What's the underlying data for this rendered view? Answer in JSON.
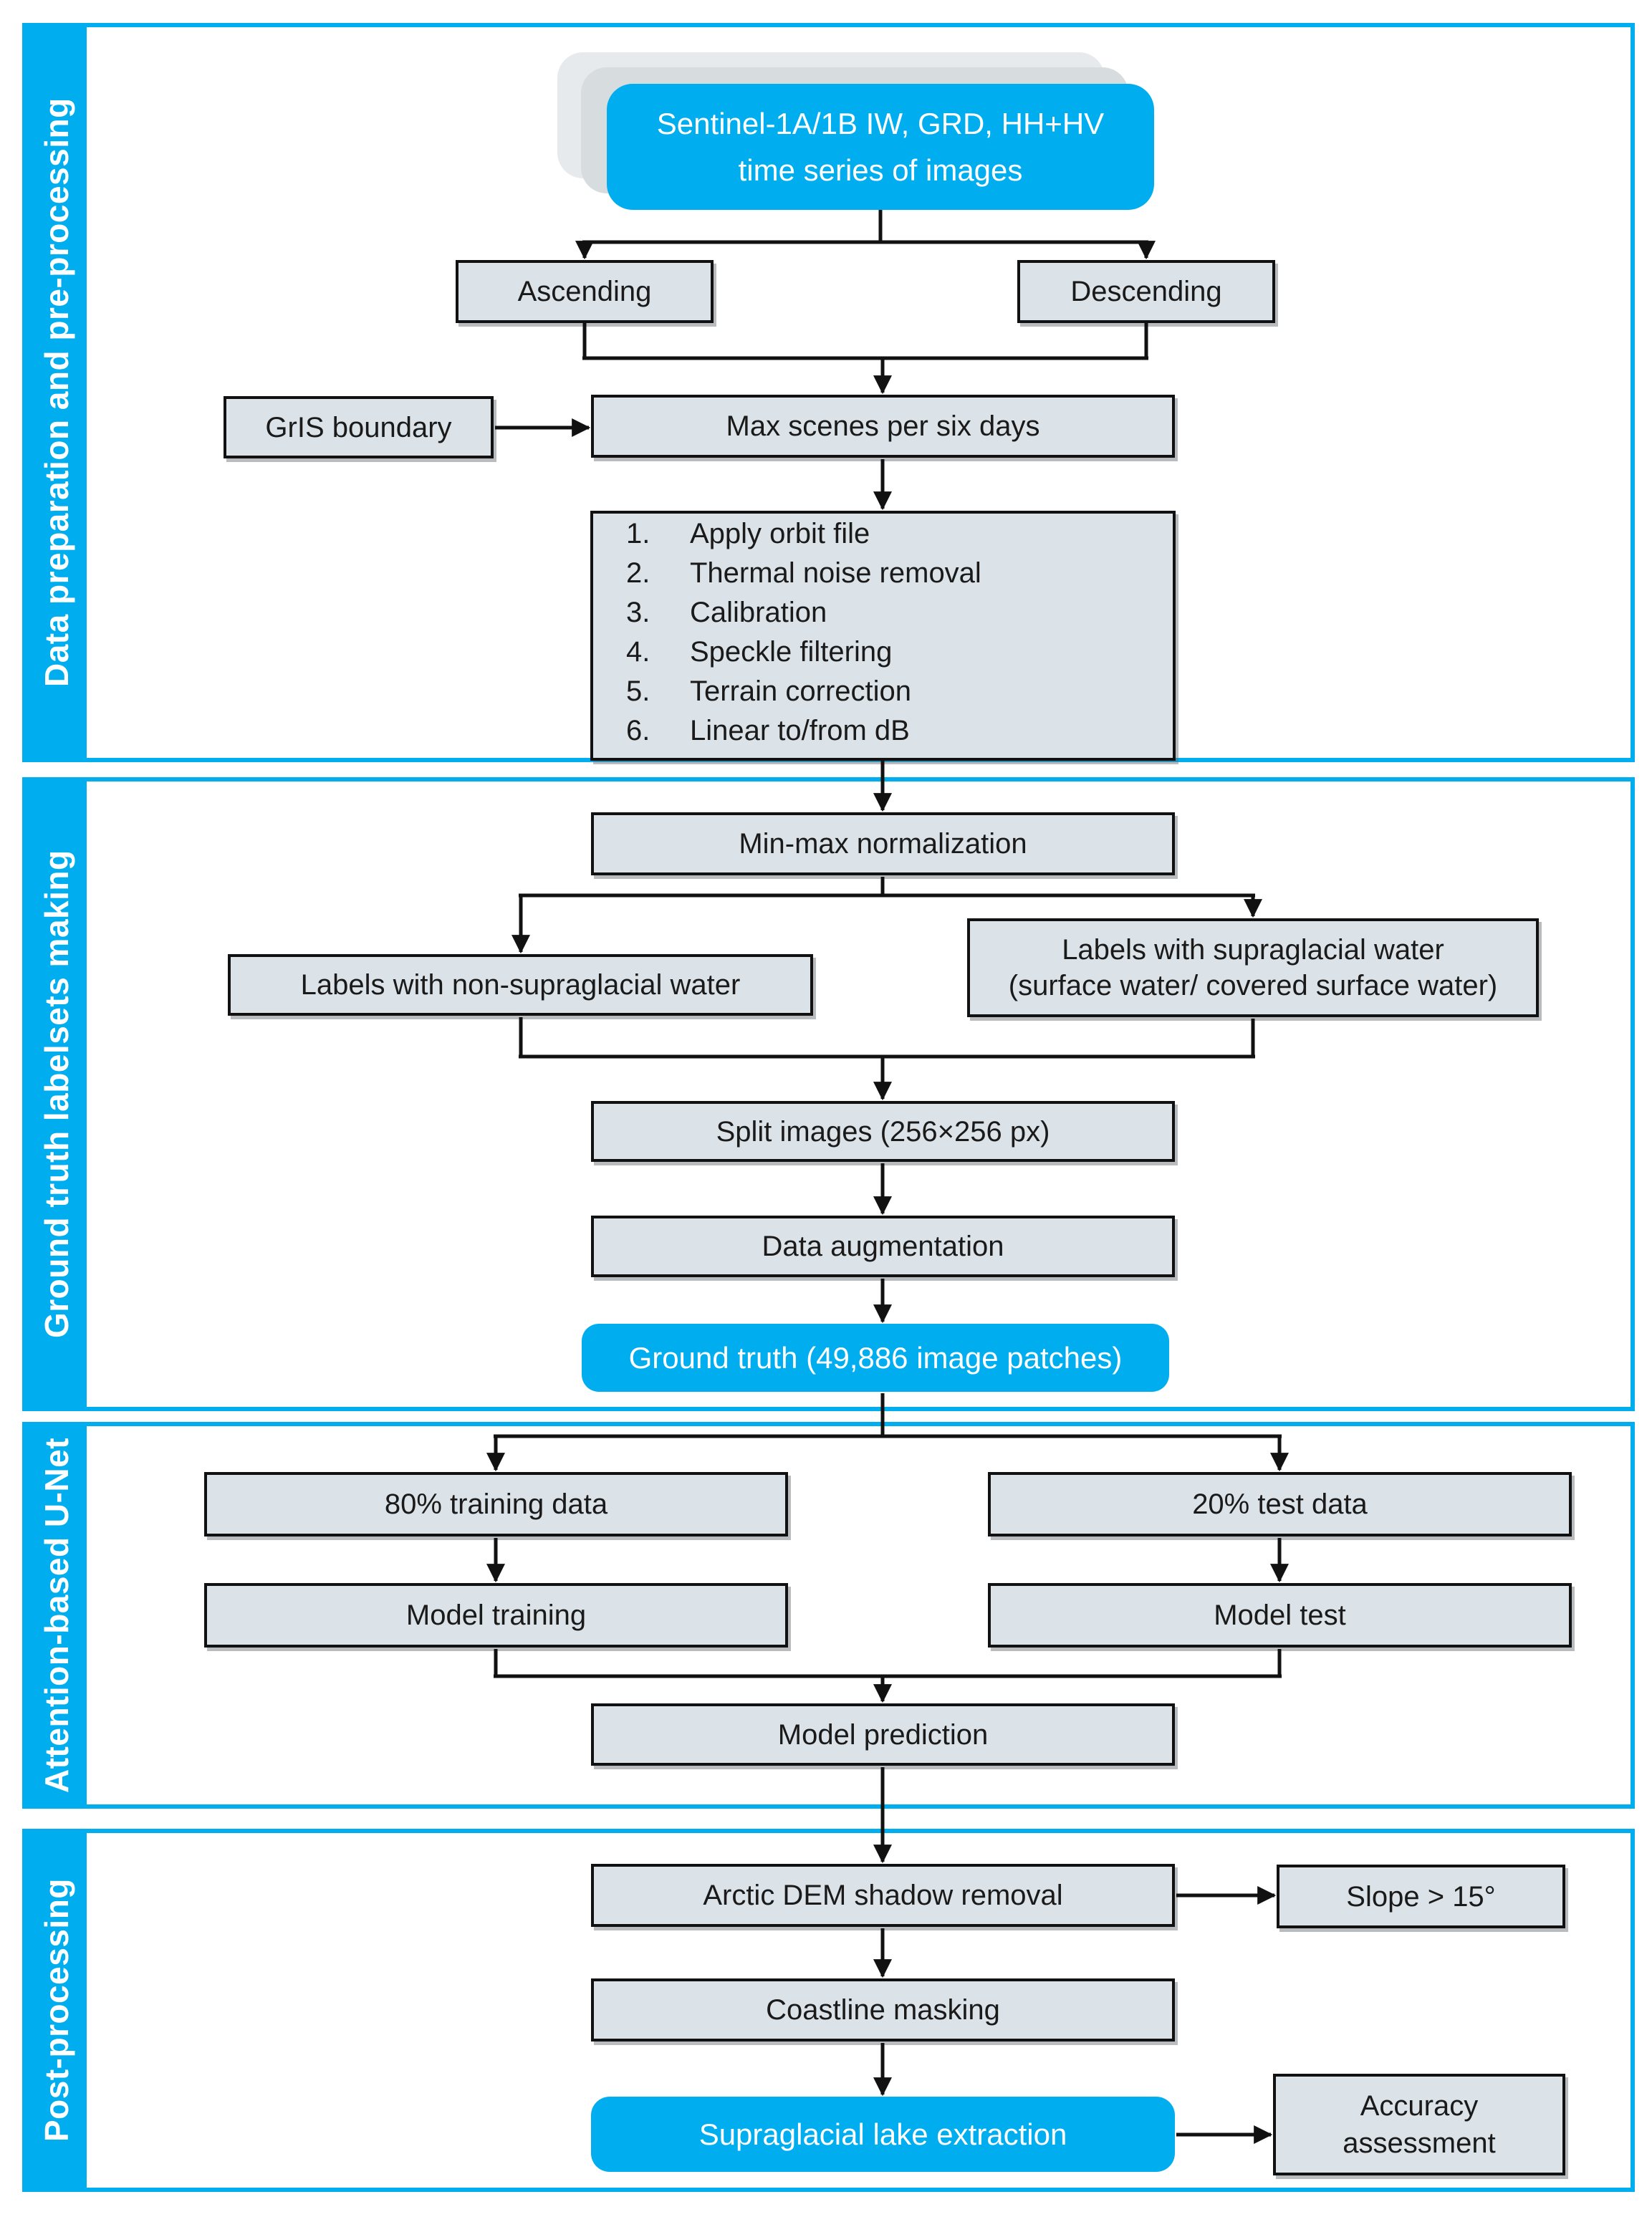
{
  "colors": {
    "accent_cyan": "#00AEEF",
    "box_fill": "#DCE3E8",
    "box_border": "#111111",
    "arrow": "#111111",
    "text_dark": "#1A1A1A",
    "text_light": "#FFFFFF"
  },
  "sections": [
    {
      "label": "Data preparation and pre-processing"
    },
    {
      "label": "Ground truth labelsets making"
    },
    {
      "label": "Attention-based U-Net"
    },
    {
      "label": "Post-processing"
    }
  ],
  "nodes": {
    "sentinel_line1": "Sentinel-1A/1B IW, GRD, HH+HV",
    "sentinel_line2": "time series of images",
    "ascending": "Ascending",
    "descending": "Descending",
    "gris_boundary": "GrIS boundary",
    "max_scenes": "Max scenes per six days",
    "preprocess_steps": [
      {
        "num": "1.",
        "text": "Apply orbit file"
      },
      {
        "num": "2.",
        "text": "Thermal noise removal"
      },
      {
        "num": "3.",
        "text": "Calibration"
      },
      {
        "num": "4.",
        "text": "Speckle filtering"
      },
      {
        "num": "5.",
        "text": "Terrain correction"
      },
      {
        "num": "6.",
        "text": "Linear to/from dB"
      }
    ],
    "minmax": "Min-max normalization",
    "labels_non_supraglacial": "Labels with non-supraglacial water",
    "labels_supraglacial_line1": "Labels with supraglacial water",
    "labels_supraglacial_line2": "(surface water/ covered surface water)",
    "split_images": "Split images (256×256 px)",
    "data_augmentation": "Data augmentation",
    "ground_truth": "Ground truth (49,886 image patches)",
    "training_data": "80% training data",
    "test_data": "20% test data",
    "model_training": "Model training",
    "model_test": "Model test",
    "model_prediction": "Model prediction",
    "arctic_dem": "Arctic DEM shadow removal",
    "slope": "Slope > 15°",
    "coastline_masking": "Coastline masking",
    "lake_extraction": "Supraglacial lake extraction",
    "accuracy_line1": "Accuracy",
    "accuracy_line2": "assessment"
  }
}
